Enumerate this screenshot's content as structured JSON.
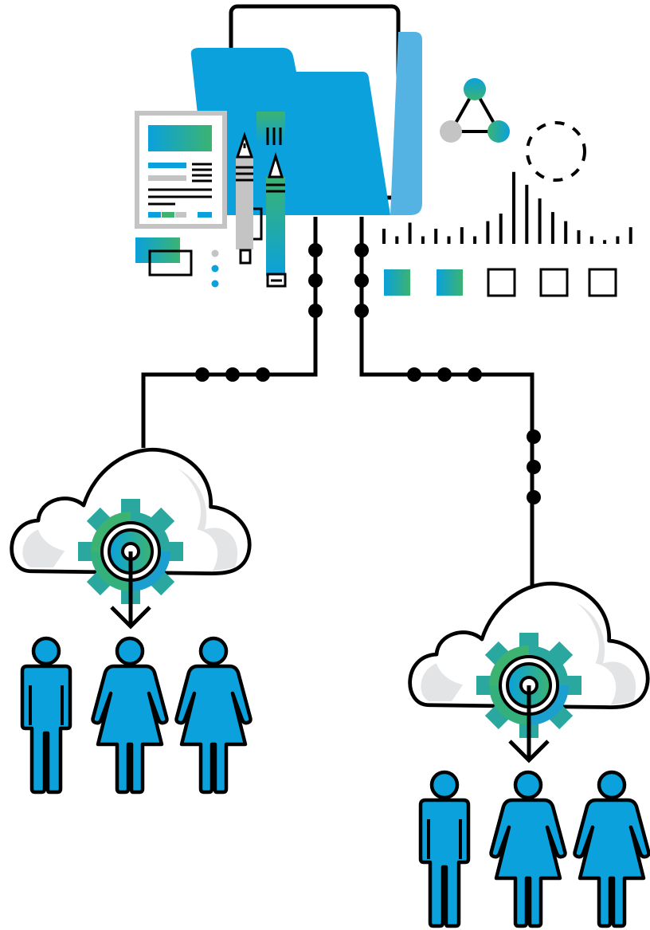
{
  "palette": {
    "blue": "#0aa1dc",
    "light_blue": "#55b3e3",
    "green": "#3cb371",
    "teal": "#2aa8a0",
    "gray": "#c4c4c4",
    "cloud_shadow": "#e3e4e6",
    "outline": "#000000"
  },
  "icons": {
    "folder": "folder-icon",
    "document": "document-icon",
    "pens": "pen-icon",
    "network": "network-graph-icon",
    "dashed_circle": "dashed-circle-icon",
    "bar_chart": "bar-chart-icon",
    "swatches": "color-swatch-icon",
    "cloud": "cloud-icon",
    "gear": "gear-icon",
    "people": "person-icon"
  },
  "bar_chart_levels": [
    20,
    10,
    28,
    10,
    20,
    10,
    22,
    10,
    30,
    40,
    95,
    78,
    60,
    42,
    30,
    18,
    10,
    5,
    10,
    22
  ],
  "swatches": [
    {
      "style": "gradient"
    },
    {
      "style": "gradient"
    },
    {
      "style": "empty"
    },
    {
      "style": "empty"
    },
    {
      "style": "empty"
    }
  ],
  "branches": [
    {
      "name": "left",
      "people": [
        "male",
        "female",
        "female"
      ]
    },
    {
      "name": "right",
      "people": [
        "male",
        "female",
        "female"
      ]
    }
  ]
}
